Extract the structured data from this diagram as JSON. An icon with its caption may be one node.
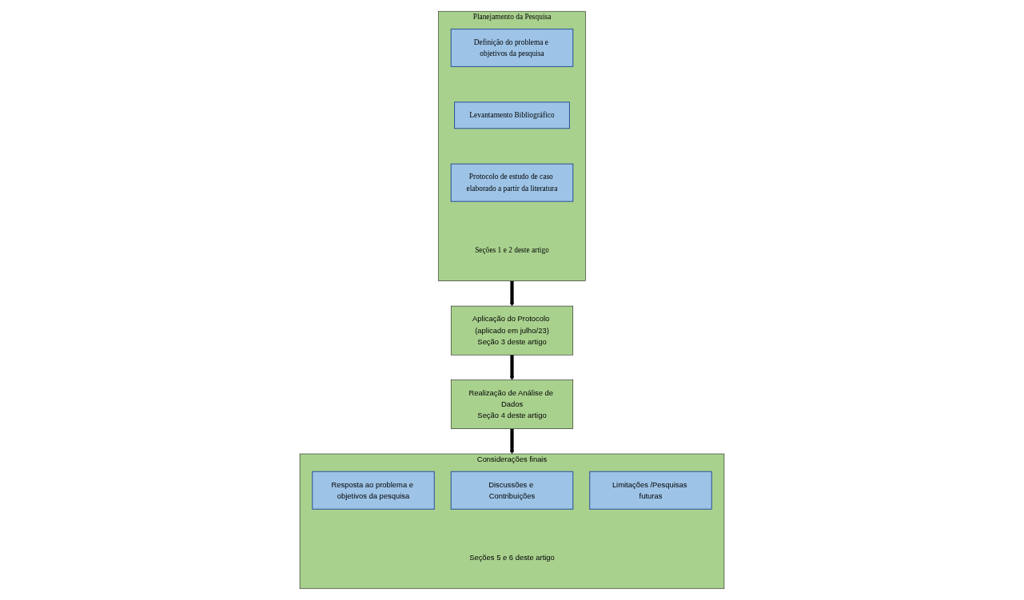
{
  "diagram": {
    "nodes": [
      {
        "text": [
          "Planejamento da Pesquisa",
          "Seções 1 e 2 deste artigo"
        ]
      },
      {
        "text": [
          "Definição do problema e objetivos da pesquisa"
        ],
        "in": 0
      },
      {
        "text": [
          "Levantamento Bibliográfico"
        ],
        "in": 0
      },
      {
        "text": [
          "Protocolo de estudo de caso elaborado a partir da literatura"
        ],
        "in": 0
      },
      {
        "text": [
          "Aplicação do Protocolo (aplicado em julho/23)",
          "Seção 3 deste artigo"
        ]
      },
      {
        "text": [
          "Realização de Análise de Dados",
          "Seção 4 deste artigo"
        ]
      },
      {
        "text": [
          "Considerações finais",
          "Seções 5 e 6 deste artigo"
        ]
      },
      {
        "text": [
          "Resposta ao problema e objetivos da pesquisa"
        ],
        "in": 6
      },
      {
        "text": [
          "Discussões e Contribuições"
        ],
        "in": 6
      },
      {
        "text": [
          "Limitações /Pesquisas futuras"
        ],
        "in": 6
      }
    ],
    "edges": [
      {
        "from": 0,
        "to": 4,
        "arrow": "to"
      },
      {
        "from": 4,
        "to": 5,
        "arrow": "to"
      },
      {
        "from": 5,
        "to": 6,
        "arrow": "to"
      }
    ]
  }
}
